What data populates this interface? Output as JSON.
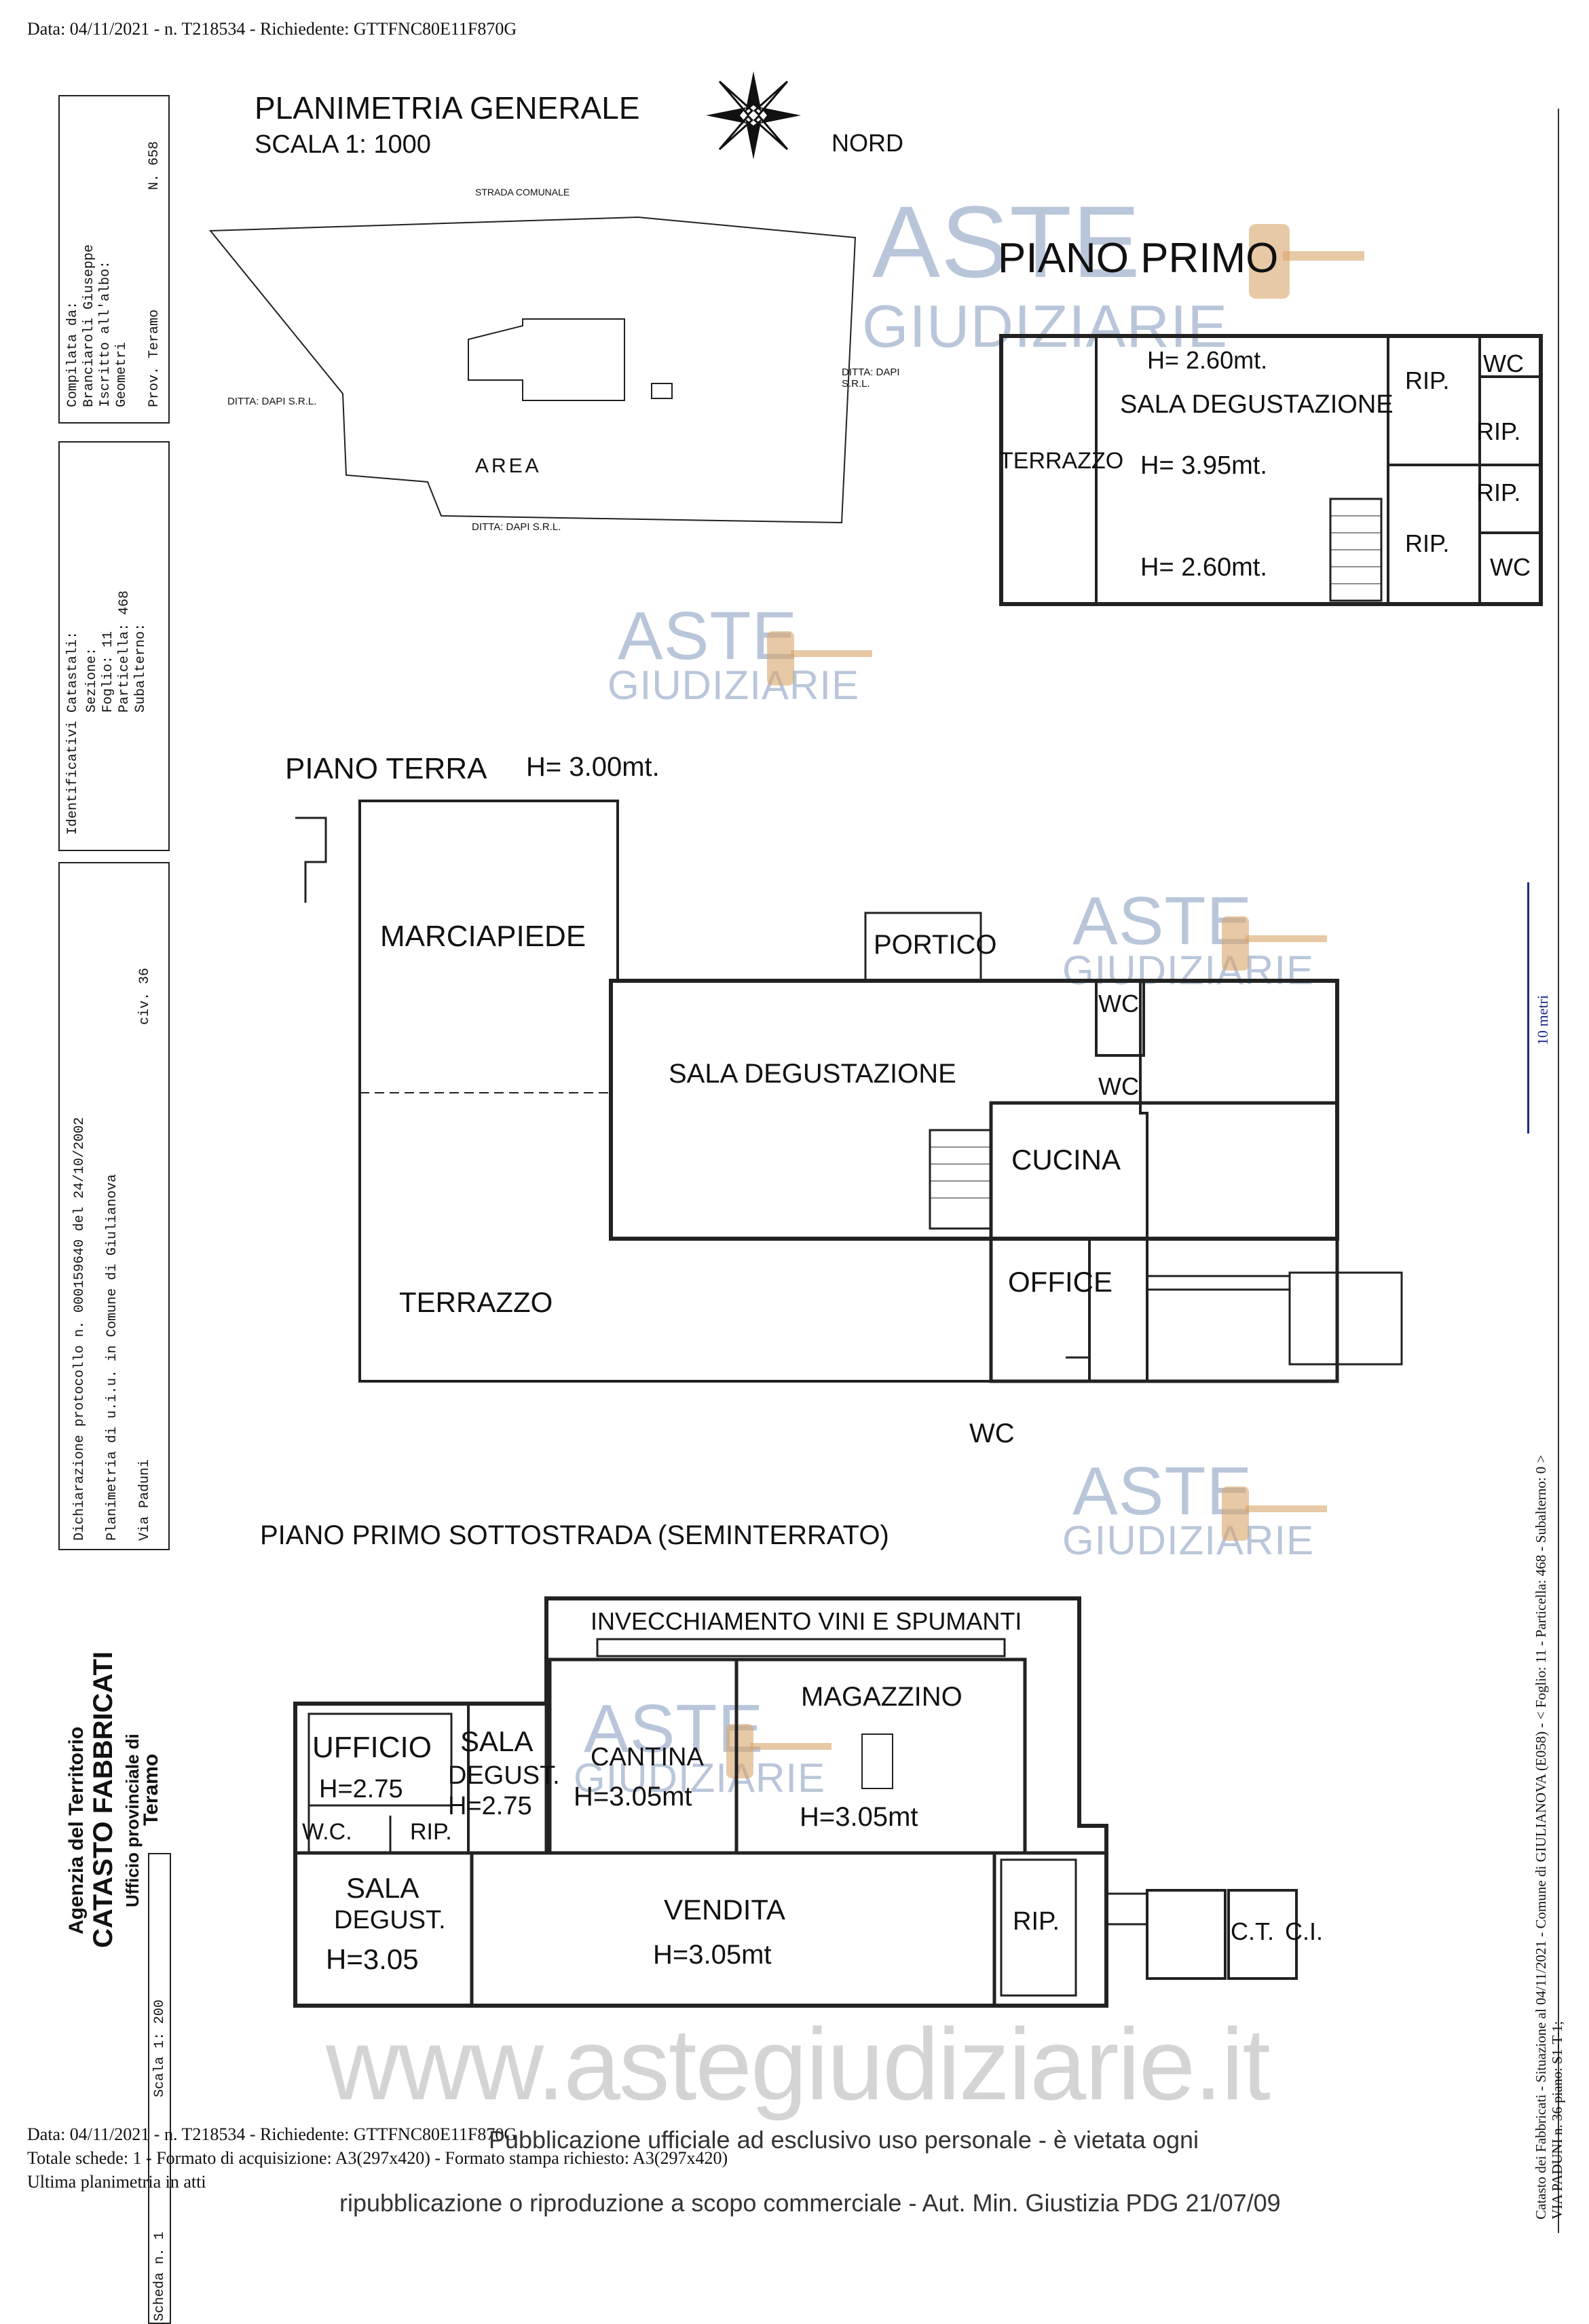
{
  "header": {
    "top_line": "Data: 04/11/2021 - n. T218534 - Richiedente: GTTFNC80E11F870G"
  },
  "left_panel": {
    "compilata": [
      "Compilata da:",
      "Branciaroli Giuseppe",
      "Iscritto all'albo:",
      "Geometri",
      "Prov. Teramo",
      "N. 658"
    ],
    "identificativi": [
      "Identificativi Catastali:",
      "Sezione:",
      "Foglio: 11",
      "Particella: 468",
      "Subalterno:"
    ],
    "dichiarazione": [
      "Dichiarazione protocollo n. 000159640 del 24/10/2002",
      "Planimetria di u.i.u. in Comune di Giulianova",
      "Via Paduni",
      "civ. 36"
    ],
    "agenzia": [
      "Agenzia del Territorio",
      "CATASTO FABBRICATI",
      "Ufficio provinciale di",
      "Teramo"
    ],
    "scheda": "Scheda n. 1",
    "scala": "Scala 1: 200"
  },
  "right_margin": {
    "line1": "Catasto dei Fabbricati - Situazione al 04/11/2021 - Comune di GIULIANOVA (E058) - < Foglio: 11 - Particella: 468 - Subalterno: 0 >",
    "line2": "VIA PADUNI n. 36 piano: S1-T-1;",
    "scale_bar": "10 metri"
  },
  "planimetria": {
    "title": "PLANIMETRIA GENERALE",
    "scale": "SCALA 1: 1000",
    "north": "NORD",
    "strada": "STRADA COMUNALE",
    "area": "AREA",
    "ditta_left": "DITTA: DAPI S.R.L.",
    "ditta_right": "DITTA: DAPI S.R.L.",
    "ditta_bottom": "DITTA: DAPI S.R.L."
  },
  "piano_primo": {
    "title": "PIANO PRIMO",
    "h1": "H= 2.60mt.",
    "sala": "SALA DEGUSTAZIONE",
    "h2": "H= 3.95mt.",
    "h3": "H= 2.60mt.",
    "terrazzo": "TERRAZZO",
    "rip1": "RIP.",
    "rip2": "RIP.",
    "rip3": "RIP.",
    "rip4": "RIP.",
    "wc1": "WC",
    "wc2": "WC"
  },
  "piano_terra": {
    "title": "PIANO TERRA",
    "height": "H= 3.00mt.",
    "marciapiede": "MARCIAPIEDE",
    "portico": "PORTICO",
    "sala": "SALA  DEGUSTAZIONE",
    "cucina": "CUCINA",
    "office": "OFFICE",
    "terrazzo": "TERRAZZO",
    "wc1": "WC",
    "wc2": "WC",
    "wc3": "WC"
  },
  "seminterrato": {
    "title": "PIANO PRIMO SOTTOSTRADA (SEMINTERRATO)",
    "invecchiamento": "INVECCHIAMENTO VINI E SPUMANTI",
    "magazzino": "MAGAZZINO",
    "magazzino_h": "H=3.05mt",
    "cantina": "CANTINA",
    "cantina_h": "H=3.05mt",
    "ufficio": "UFFICIO",
    "ufficio_h": "H=2.75",
    "sala_degust_1": "SALA",
    "sala_degust_1b": "DEGUST.",
    "sala_degust_1h": "H=2.75",
    "wc": "W.C.",
    "rip": "RIP.",
    "sala_degust_2": "SALA",
    "sala_degust_2b": "DEGUST.",
    "sala_degust_2h": "H=3.05",
    "vendita": "VENDITA",
    "vendita_h": "H=3.05mt",
    "rip2": "RIP.",
    "ct": "C.T.",
    "ci": "C.I."
  },
  "watermarks": {
    "aste": "ASTE",
    "giudiziarie": "GIUDIZIARIE",
    "site": "www.astegiudiziarie.it"
  },
  "footer": {
    "line1": "Data: 04/11/2021 - n. T218534 - Richiedente: GTTFNC80E11F870G",
    "line2": "Totale schede: 1 - Formato di acquisizione: A3(297x420) - Formato stampa richiesto: A3(297x420)",
    "line3": "Ultima planimetria in atti",
    "notice1": "Pubblicazione ufficiale ad esclusivo uso personale - è vietata ogni",
    "notice2": "ripubblicazione o riproduzione a scopo commerciale - Aut. Min. Giustizia PDG 21/07/09"
  }
}
